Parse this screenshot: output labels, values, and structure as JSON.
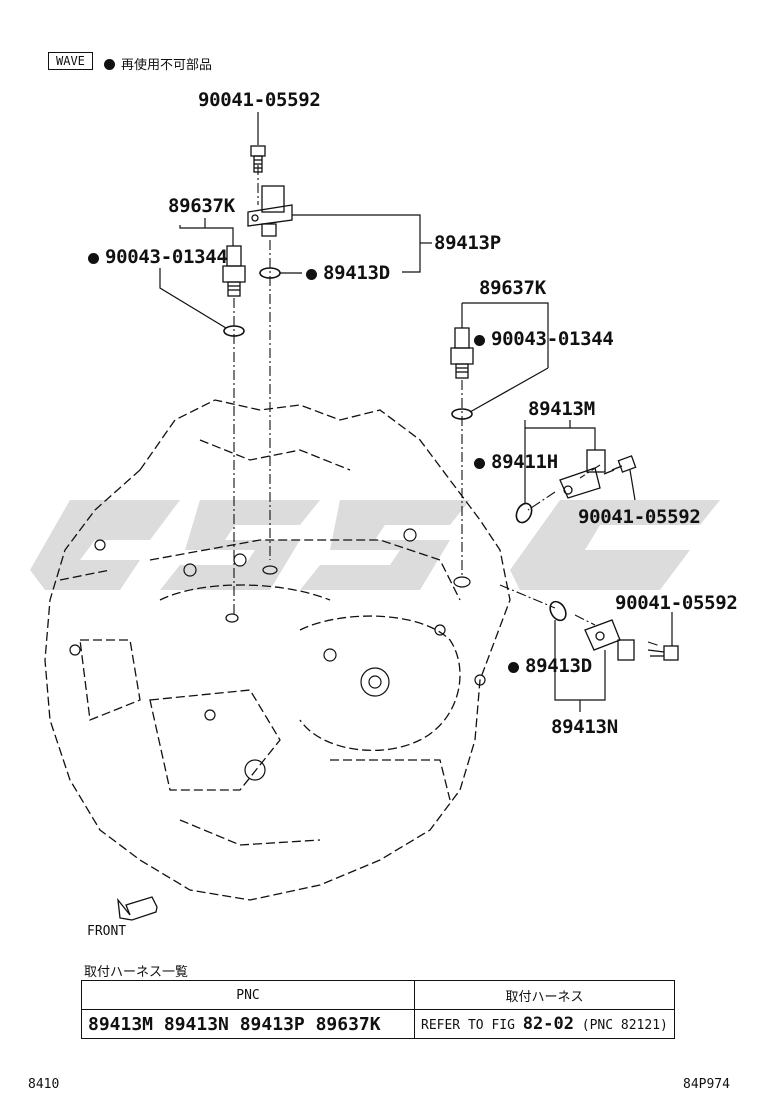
{
  "header": {
    "tag": "WAVE",
    "legend_text": "再使用不可部品"
  },
  "parts": {
    "bolt_top": "90041-05592",
    "sensor_left_group": "89637K",
    "gasket_left": "90043-01344",
    "sensor_group_p": "89413P",
    "oring_p": "89413D",
    "sensor_right_group": "89637K",
    "gasket_right": "90043-01344",
    "sensor_group_m": "89413M",
    "oring_m": "89411H",
    "bolt_m": "90041-05592",
    "bolt_n": "90041-05592",
    "oring_n": "89413D",
    "sensor_group_n": "89413N"
  },
  "front_label": "FRONT",
  "table": {
    "title": "取付ハーネス一覧",
    "col1_header": "PNC",
    "col2_header": "取付ハーネス",
    "pncs": "89413M 89413N 89413P 89637K",
    "refer_prefix": "REFER TO FIG",
    "refer_fig": "82-02",
    "refer_pnc": "(PNC 82121)"
  },
  "footer": {
    "left": "8410",
    "right": "84P974"
  },
  "colors": {
    "line": "#111111",
    "watermark": "#d6d6d6"
  }
}
